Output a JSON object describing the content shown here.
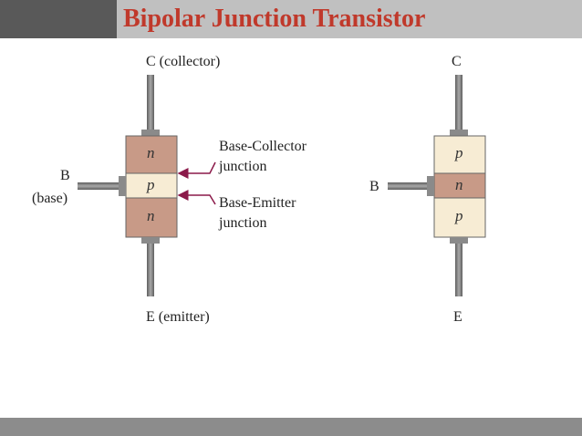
{
  "title": "Bipolar Junction Transistor",
  "npn": {
    "collector_label": "C (collector)",
    "base_label_line1": "B",
    "base_label_line2": "(base)",
    "emitter_label": "E (emitter)",
    "layer_top": "n",
    "layer_mid": "p",
    "layer_bottom": "n",
    "bc_junction_line1": "Base-Collector",
    "bc_junction_line2": "junction",
    "be_junction_line1": "Base-Emitter",
    "be_junction_line2": "junction"
  },
  "pnp": {
    "collector_label": "C",
    "base_label": "B",
    "emitter_label": "E",
    "layer_top": "p",
    "layer_mid": "n",
    "layer_bottom": "p"
  },
  "colors": {
    "title": "#c0392b",
    "n_layer": "#c89a87",
    "p_layer": "#f7ecd4",
    "annotation": "#8b1a4a",
    "terminal": "#7a7a7a"
  }
}
